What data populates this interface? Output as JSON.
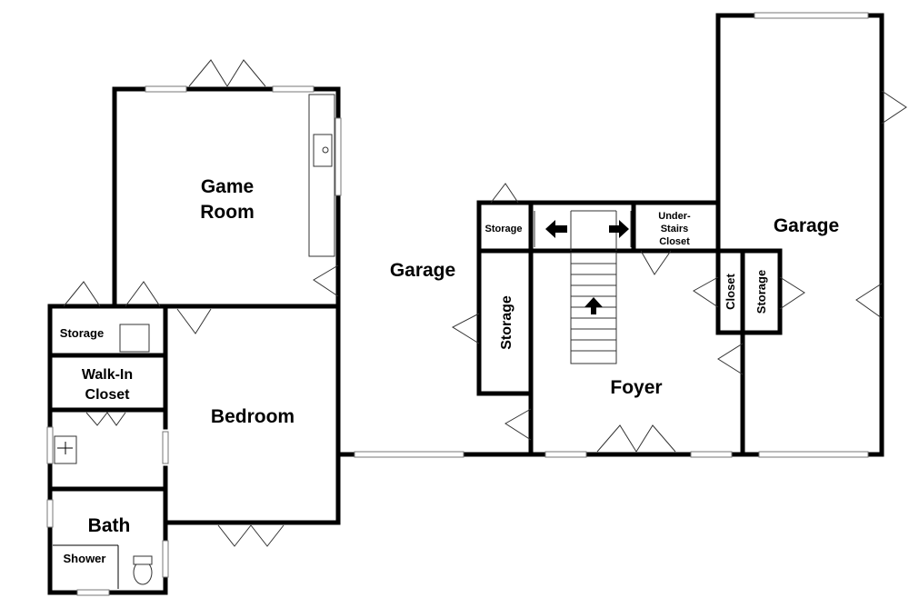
{
  "rooms": {
    "game_room": [
      "Game",
      "Room"
    ],
    "garage_left": "Garage",
    "garage_right": "Garage",
    "storage_small_left": "Storage",
    "walk_in_closet": [
      "Walk-In",
      "Closet"
    ],
    "bedroom": "Bedroom",
    "bath": "Bath",
    "shower": "Shower",
    "storage_top_center": "Storage",
    "storage_tall_center": "Storage",
    "under_stairs_closet": [
      "Under-",
      "Stairs",
      "Closet"
    ],
    "foyer": "Foyer",
    "closet_right": "Closet",
    "storage_right": "Storage"
  }
}
